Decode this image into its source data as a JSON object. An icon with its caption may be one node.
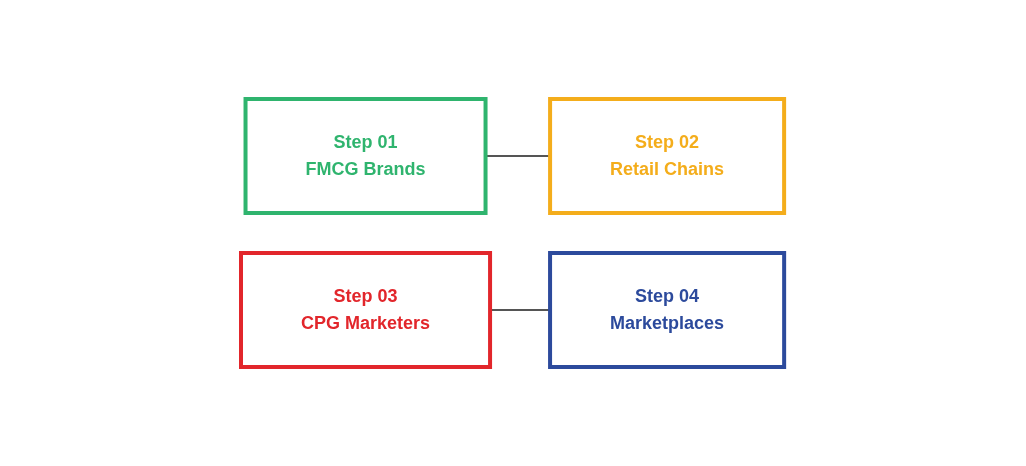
{
  "diagram": {
    "nodes": [
      {
        "text": [
          "Step 01",
          "FMCG Brands"
        ]
      },
      {
        "text": [
          "Step 02",
          "Retail Chains"
        ]
      },
      {
        "text": [
          "Step 03",
          "CPG Marketers"
        ]
      },
      {
        "text": [
          "Step 04",
          "Marketplaces"
        ]
      }
    ],
    "edges": [
      {
        "from": 0,
        "to": 1,
        "arrow": "none"
      },
      {
        "from": 2,
        "to": 3,
        "arrow": "none"
      }
    ]
  }
}
